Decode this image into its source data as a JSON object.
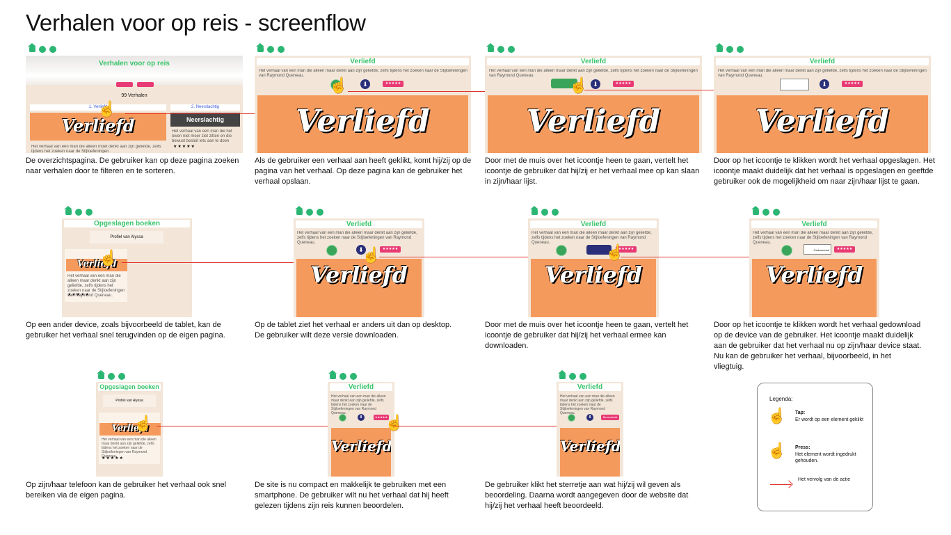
{
  "title": "Verhalen voor op reis - screenflow",
  "colors": {
    "accent": "#3ac46b",
    "orange": "#f59a5d",
    "link": "#e0332b",
    "download": "#2a2f7a",
    "rate": "#e83a74"
  },
  "screens": {
    "s1": {
      "site_title": "Verhalen voor op reis",
      "count": "99 Verhalen",
      "story1": "1. Verliefd",
      "story2": "2. Neerslachtig",
      "overlay": "Neerslachtig",
      "script": "Verliefd",
      "stars": "★★★★★"
    },
    "s2": {
      "bar": "Verliefd",
      "script": "Verliefd"
    },
    "s3": {
      "bar": "Verliefd",
      "script": "Verliefd"
    },
    "s4": {
      "bar": "Verliefd",
      "script": "Verliefd"
    },
    "s5": {
      "bar": "Opgeslagen boeken",
      "profile": "Profiel van Alyssa",
      "script": "Verliefd",
      "stars": "★★★★★"
    },
    "s6": {
      "bar": "Verliefd",
      "script": "Verliefd"
    },
    "s7": {
      "bar": "Verliefd",
      "script": "Verliefd"
    },
    "s8": {
      "bar": "Verliefd",
      "script": "Verliefd",
      "downloaded": "Gedownload"
    },
    "s9": {
      "bar": "Opgeslagen boeken",
      "profile": "Profiel van Alyssa",
      "script": "Verliefd",
      "stars": "★★★★★"
    },
    "s10": {
      "bar": "Verliefd",
      "script": "Verliefd"
    },
    "s11": {
      "bar": "Verliefd",
      "script": "Verliefd",
      "rated": "Beoordeeld"
    }
  },
  "captions": {
    "c1": "De overzichtspagina. De gebruiker kan op deze pagina zoeken naar verhalen door te filteren en te sorteren.",
    "c2": "Als de gebruiker een verhaal aan heeft geklikt, komt hij/zij op de pagina van het verhaal. Op deze pagina kan de gebruiker het verhaal opslaan.",
    "c3": "Door met de muis over het icoontje heen te gaan, vertelt het icoontje de gebruiker dat hij/zij er het verhaal mee op kan slaan in zijn/haar lijst.",
    "c4": "Door op het icoontje te klikken wordt het verhaal opgeslagen. Het icoontje maakt duidelijk dat het verhaal is opgeslagen en geeftde gebruiker ook de mogelijkheid om naar zijn/haar lijst te gaan.",
    "c5": "Op een ander device, zoals bijvoorbeeld de tablet, kan de gebruiker het verhaal snel terugvinden op de eigen pagina.",
    "c6": "Op de tablet ziet het verhaal er anders uit dan op desktop. De gebruiker wilt deze versie downloaden.",
    "c7": "Door met de muis over het icoontje heen te gaan, vertelt het icoontje de gebruiker dat hij/zij het verhaal ermee kan downloaden.",
    "c8": "Door op het icoontje te klikken wordt het verhaal gedownload op de device van de gebruiker. Het icoontje maakt duidelijk aan de gebruiker dat het verhaal nu op zijn/haar device staat. Nu kan de gebruiker het verhaal, bijvoorbeeld, in het vliegtuig.",
    "c9": "Op zijn/haar telefoon kan de gebruiker het verhaal ook snel bereiken via de eigen pagina.",
    "c10": "De site is nu compact en makkelijk te gebruiken met een smartphone. De gebruiker wilt nu het verhaal dat hij heeft gelezen tijdens zijn reis kunnen beoordelen.",
    "c11": "De gebruiker klikt het sterretje aan wat hij/zij wil geven als beoordeling. Daarna wordt aangegeven door de website dat hij/zij het verhaal heeft beoordeeld."
  },
  "legend": {
    "title": "Legenda:",
    "tap_title": "Tap:",
    "tap_text": "Er wordt op een element geklikt",
    "press_title": "Press:",
    "press_text": "Het element wordt ingedrukt gehouden.",
    "arrow_text": "Het vervolg van de actie"
  }
}
